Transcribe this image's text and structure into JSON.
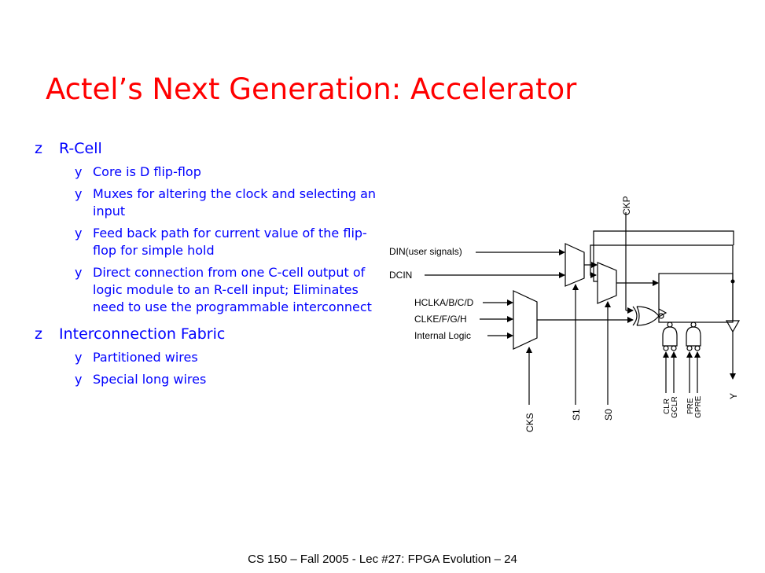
{
  "slide": {
    "title": "Actel’s Next Generation: Accelerator",
    "footer": "CS 150 – Fall 2005 - Lec #27: FPGA Evolution – 24",
    "colors": {
      "title": "#ff0000",
      "bullets": "#0000ff",
      "footer": "#000000"
    },
    "bullet_marker_l1": "z",
    "bullet_marker_l2": "y",
    "bullets": [
      {
        "text": "R-Cell",
        "sub": [
          "Core is D flip-flop",
          "Muxes for altering the clock and selecting an input",
          "Feed back path for current value of the flip-flop for simple hold",
          "Direct connection from one C-cell output of logic module to an R-cell input; Eliminates need to use the programmable interconnect"
        ]
      },
      {
        "text": "Interconnection Fabric",
        "sub": [
          "Partitioned wires",
          "Special long wires"
        ]
      }
    ]
  },
  "diagram": {
    "inputs": [
      "DIN(user signals)",
      "DCIN",
      "HCLKA/B/C/D",
      "CLKE/F/G/H",
      "Internal Logic"
    ],
    "top_label": "CKP",
    "bottom_labels": [
      "CKS",
      "S1",
      "S0",
      "CLR",
      "GCLR",
      "PRE",
      "GPRE",
      "Y"
    ]
  }
}
